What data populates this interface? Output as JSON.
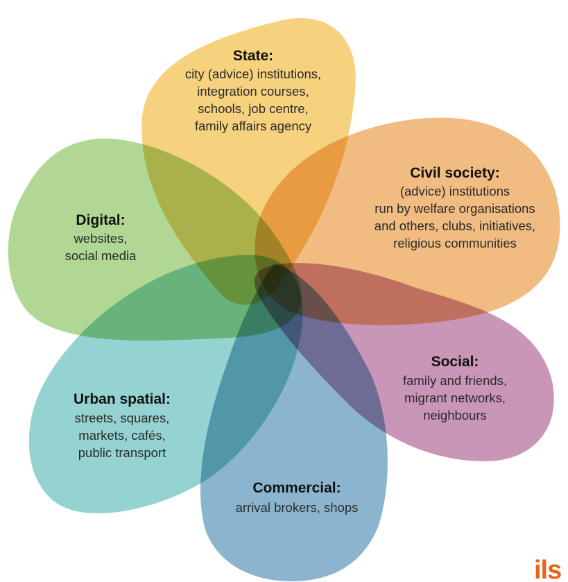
{
  "petals": {
    "state": {
      "title": "State:",
      "lines": [
        "city (advice) institutions,",
        "integration courses,",
        "schools, job centre,",
        "family affairs agency"
      ],
      "color": "#f2c14e"
    },
    "civil": {
      "title": "Civil society:",
      "lines": [
        "(advice) institutions",
        "run by welfare organisations",
        "and others, clubs, initiatives,",
        "religious communities"
      ],
      "color": "#eba251"
    },
    "social": {
      "title": "Social:",
      "lines": [
        "family and friends,",
        "migrant networks,",
        "neighbours"
      ],
      "color": "#b46d9c"
    },
    "commercial": {
      "title": "Commercial:",
      "lines": [
        "arrival brokers, shops"
      ],
      "color": "#5e98bb"
    },
    "urban": {
      "title": "Urban spatial:",
      "lines": [
        "streets, squares,",
        "markets, cafés,",
        "public transport"
      ],
      "color": "#6cc2c0"
    },
    "digital": {
      "title": "Digital:",
      "lines": [
        "websites,",
        "social media"
      ],
      "color": "#93c76c"
    }
  },
  "logo": {
    "text": "ils",
    "color": "#e8641b"
  }
}
